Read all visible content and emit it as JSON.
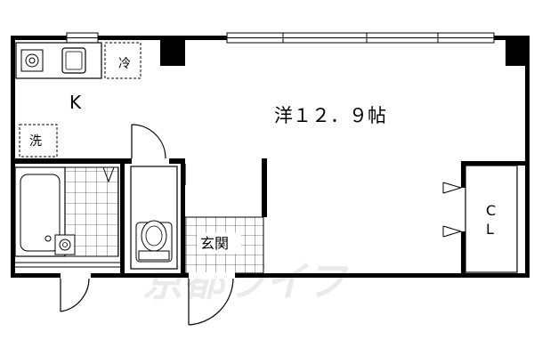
{
  "rooms": {
    "main": "洋１２．９帖",
    "kitchen": "K",
    "entrance": "玄関",
    "closet_line1": "C",
    "closet_line2": "L"
  },
  "fixtures": {
    "fridge": "冷",
    "washer": "洗"
  },
  "watermark": "京都ライフ",
  "colors": {
    "line": "#000000",
    "background": "#ffffff"
  }
}
